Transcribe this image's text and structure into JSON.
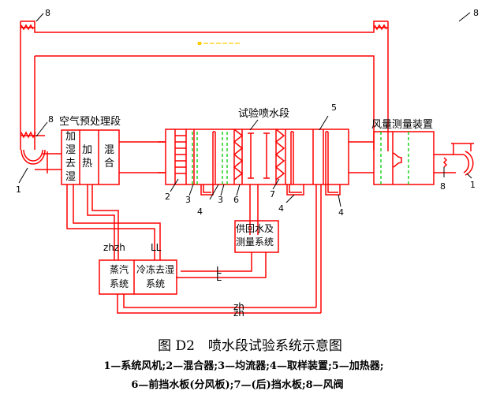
{
  "figure": {
    "title": "图 D2　喷水段试验系统示意图",
    "legend_line1": "1—系统风机;2—混合器;3—均流器;4—取样装置;5—加热器;",
    "legend_line2": "6—前挡水板(分风板);7—(后)挡水板;8—风阀"
  },
  "labels": {
    "pretreat_section": "空气预处理段",
    "spray_section": "试验喷水段",
    "flow_meter": "风量测量装置",
    "humid": [
      "加",
      "湿",
      "去",
      "湿"
    ],
    "heat": [
      "加",
      "热"
    ],
    "mix": [
      "混",
      "合"
    ],
    "water_system": [
      "供回水及",
      "测量系统"
    ],
    "steam_system": [
      "蒸汽",
      "系统"
    ],
    "dehumid_system": [
      "冷冻去湿",
      "系统"
    ],
    "zhzh": "zhzh",
    "LL": "LL",
    "L1": "L",
    "L2": "L",
    "zh1": "zh",
    "zh2": "zh"
  },
  "callouts": {
    "n1": "1",
    "n2": "2",
    "n3": "3",
    "n4": "4",
    "n5": "5",
    "n6": "6",
    "n7": "7",
    "n8": "8"
  },
  "colors": {
    "duct": "#ff0000",
    "flow_straightener": "#00cc00",
    "airflow_arrow": "#ffcc00"
  }
}
